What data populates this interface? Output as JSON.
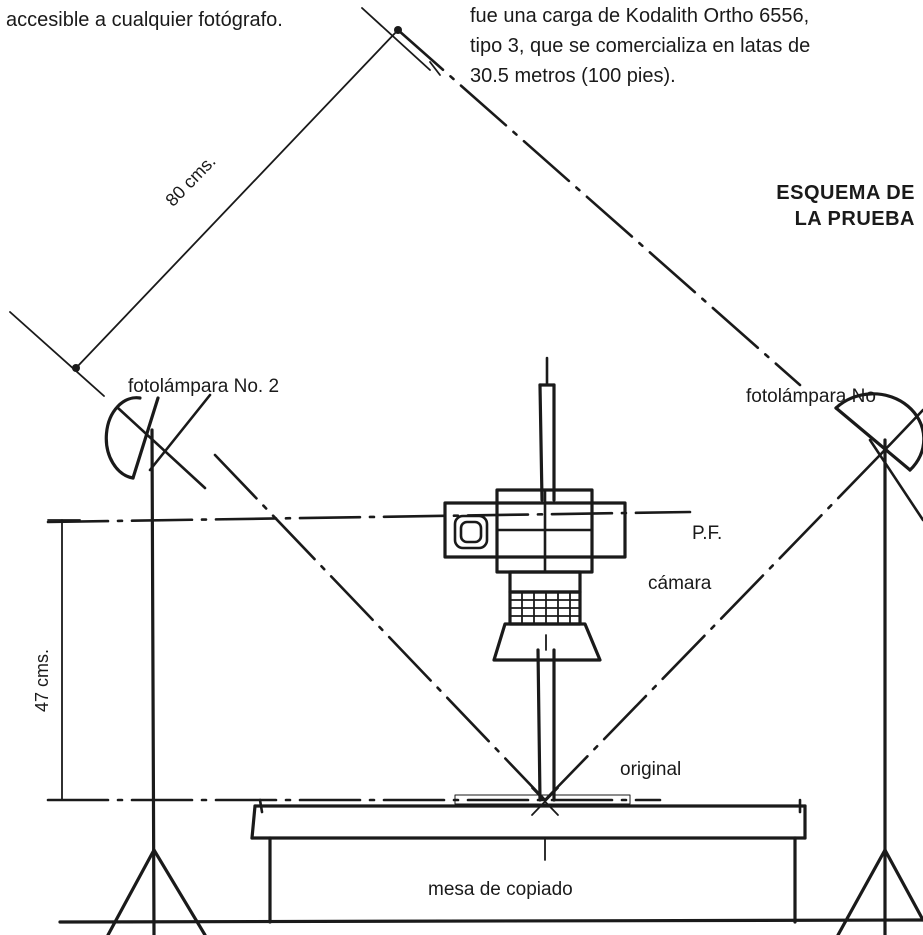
{
  "text": {
    "intro_left": "accesible a cualquier fotógrafo.",
    "intro_right": [
      "fue una carga de Kodalith Ortho 6556,",
      "tipo 3, que se comercializa en latas de",
      "30.5 metros (100 pies)."
    ]
  },
  "heading": [
    "ESQUEMA DE",
    "LA PRUEBA"
  ],
  "labels": {
    "distance_80": "80 cms.",
    "distance_47": "47 cms.",
    "lamp_2": "fotolámpara No. 2",
    "lamp_1": "fotolámpara No",
    "focal_plane": "P.F.",
    "camera": "cámara",
    "original": "original",
    "table": "mesa de copiado"
  }
}
